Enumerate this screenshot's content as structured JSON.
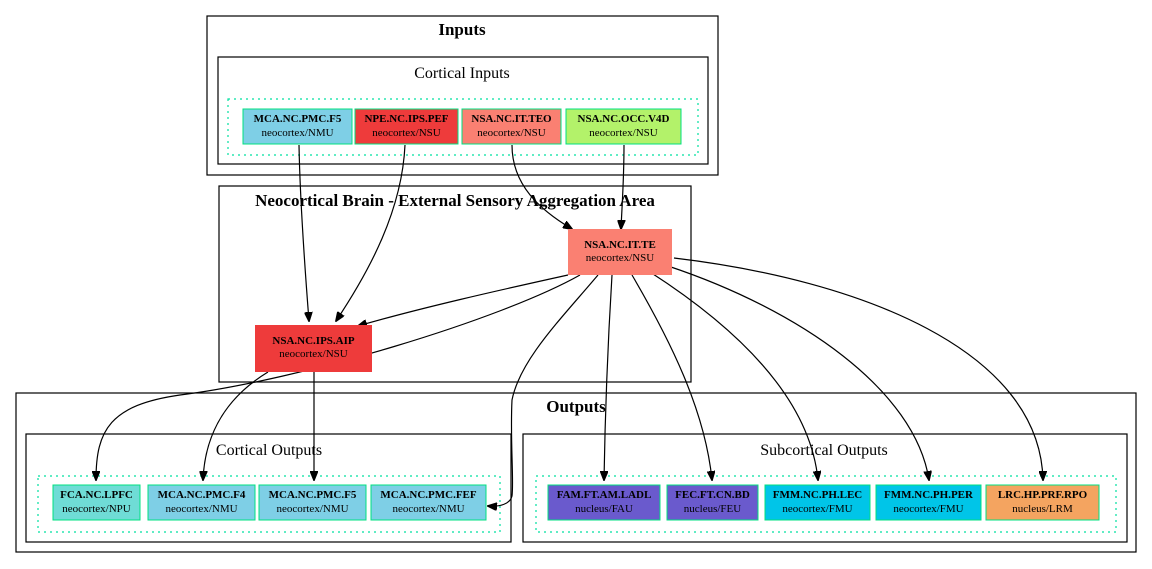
{
  "clusters": {
    "inputs": "Inputs",
    "cortical_inputs": "Cortical Inputs",
    "aggregation": "Neocortical Brain - External Sensory Aggregation Area",
    "outputs": "Outputs",
    "cortical_outputs": "Cortical Outputs",
    "subcortical_outputs": "Subcortical Outputs"
  },
  "nodes": {
    "in_mca_pmc_f5": {
      "name": "MCA.NC.PMC.F5",
      "type": "neocortex/NMU",
      "color": "#7ecfe6"
    },
    "in_npe_ips_pef": {
      "name": "NPE.NC.IPS.PEF",
      "type": "neocortex/NSU",
      "color": "#ee3b3b"
    },
    "in_nsa_it_teo": {
      "name": "NSA.NC.IT.TEO",
      "type": "neocortex/NSU",
      "color": "#fa8072"
    },
    "in_nsa_occ_v4d": {
      "name": "NSA.NC.OCC.V4D",
      "type": "neocortex/NSU",
      "color": "#b3f26a"
    },
    "nsa_it_te": {
      "name": "NSA.NC.IT.TE",
      "type": "neocortex/NSU",
      "color": "#fa8072"
    },
    "nsa_ips_aip": {
      "name": "NSA.NC.IPS.AIP",
      "type": "neocortex/NSU",
      "color": "#ee3b3b"
    },
    "out_fca_lpfc": {
      "name": "FCA.NC.LPFC",
      "type": "neocortex/NPU",
      "color": "#6fdcd6"
    },
    "out_mca_pmc_f4": {
      "name": "MCA.NC.PMC.F4",
      "type": "neocortex/NMU",
      "color": "#7ecfe6"
    },
    "out_mca_pmc_f5": {
      "name": "MCA.NC.PMC.F5",
      "type": "neocortex/NMU",
      "color": "#7ecfe6"
    },
    "out_mca_pmc_fef": {
      "name": "MCA.NC.PMC.FEF",
      "type": "neocortex/NMU",
      "color": "#7ecfe6"
    },
    "out_fam_ft_am_ladl": {
      "name": "FAM.FT.AM.LADL",
      "type": "nucleus/FAU",
      "color": "#6a5acd"
    },
    "out_fec_ft_cn_bd": {
      "name": "FEC.FT.CN.BD",
      "type": "nucleus/FEU",
      "color": "#6a5acd"
    },
    "out_fmm_ph_lec": {
      "name": "FMM.NC.PH.LEC",
      "type": "neocortex/FMU",
      "color": "#00c5e8"
    },
    "out_fmm_ph_per": {
      "name": "FMM.NC.PH.PER",
      "type": "neocortex/FMU",
      "color": "#00c5e8"
    },
    "out_lrc_hp_prf_rpo": {
      "name": "LRC.HP.PRF.RPO",
      "type": "nucleus/LRM",
      "color": "#f4a460"
    }
  }
}
